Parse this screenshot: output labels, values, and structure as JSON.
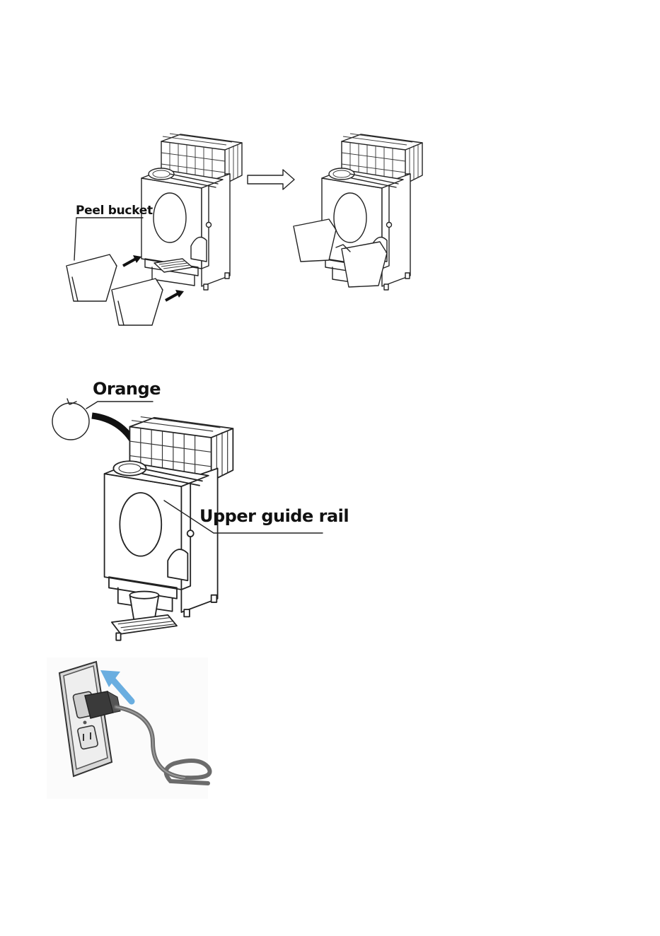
{
  "labels": {
    "peel_bucket": "Peel bucket",
    "orange": "Orange",
    "upper_guide_rail": "Upper guide rail"
  },
  "colors": {
    "line": "#222222",
    "plug_arrow": "#6aaee0",
    "cable": "#6b6b6b",
    "wall": "#d8d8d8"
  },
  "icons": {
    "direction_arrow": "hollow-right-arrow",
    "insert_arrow": "solid-arrow",
    "plug_arrow": "blue-arrow"
  }
}
